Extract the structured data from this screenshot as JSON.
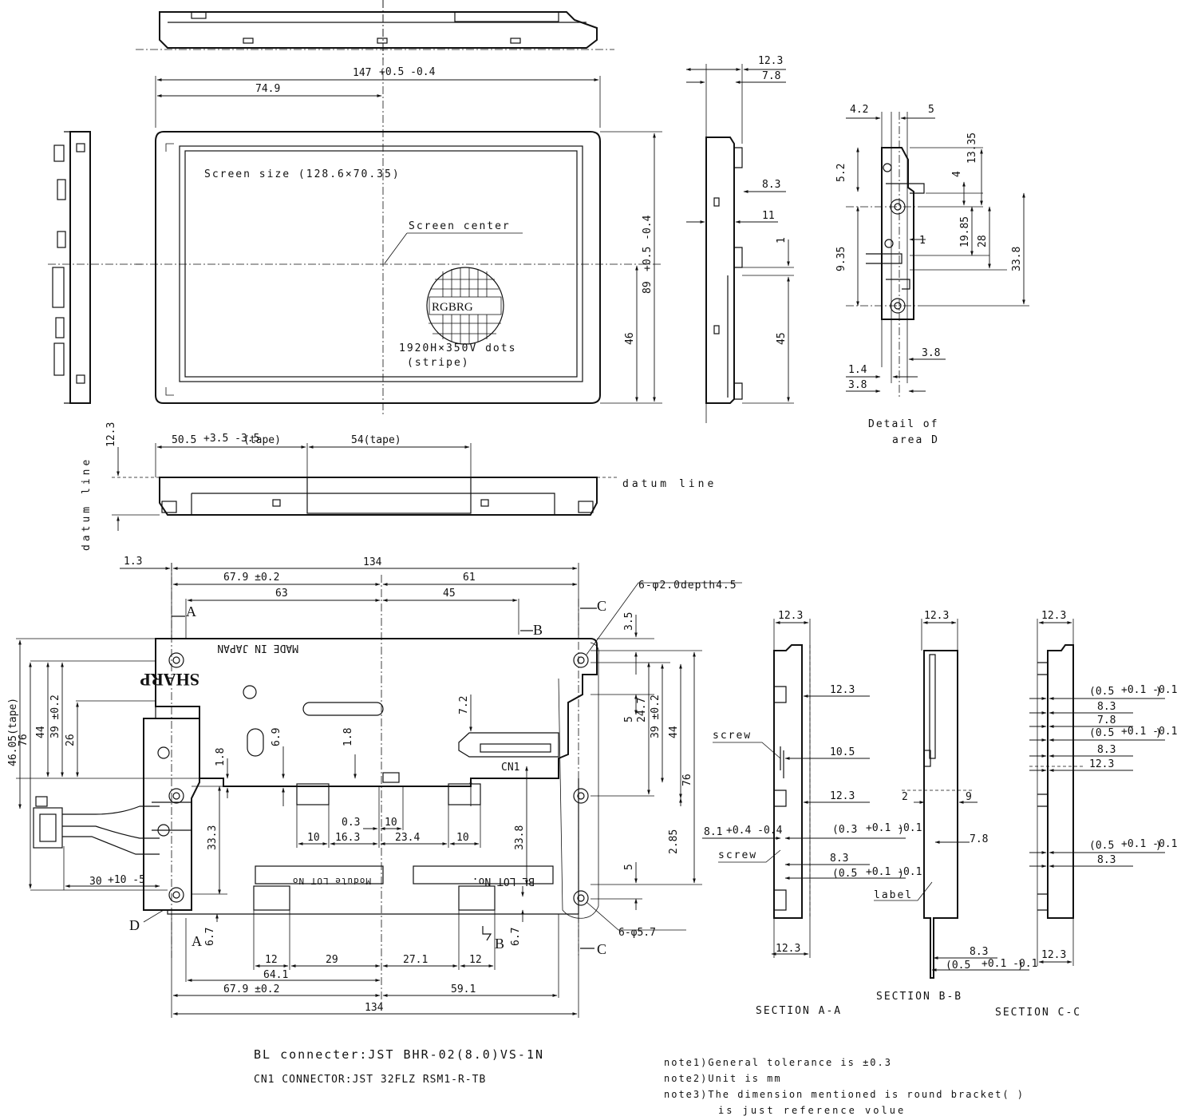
{
  "front_view": {
    "width": "147",
    "width_tol": "+0.5 -0.4",
    "half_width": "74.9",
    "screen_size": "Screen size (128.6×70.35)",
    "screen_center": "Screen center",
    "pixel_labels": "RGBRG",
    "dots": "1920H×350V dots",
    "stripe": "(stripe)",
    "height": "89",
    "height_tol": "+0.5 -0.4",
    "half_height": "46"
  },
  "side_view_right": {
    "d_12_3": "12.3",
    "d_7_8": "7.8",
    "d_8_3": "8.3",
    "d_11": "11",
    "d_1": "1",
    "d_45": "45"
  },
  "detail_d": {
    "d_4_2": "4.2",
    "d_5": "5",
    "d_5_2": "5.2",
    "d_13_35": "13.35",
    "d_4": "4",
    "d_19_85": "19.85",
    "d_28": "28",
    "d_33_8": "33.8",
    "d_1": "1",
    "d_9_35": "9.35",
    "d_3_8a": "3.8",
    "d_1_4": "1.4",
    "d_3_8b": "3.8",
    "caption1": "Detail of",
    "caption2": "area D"
  },
  "bottom_view": {
    "tape_left": "50.5",
    "tape_left_tol": "+3.5 -3.5",
    "tape_left_suffix": "(tape)",
    "tape_right": "54(tape)",
    "datum_line": "datum line",
    "datum_line_vertical": "datum line",
    "d_12_3": "12.3"
  },
  "rear_view": {
    "d_1_3": "1.3",
    "d_134_top": "134",
    "d_67_9_top": "67.9 ±0.2",
    "d_61": "61",
    "d_63": "63",
    "d_45": "45",
    "holes_small": "6-φ2.0depth4.5",
    "holes_large": "6-φ5.7",
    "label_a": "A",
    "label_b": "B",
    "label_c": "C",
    "label_d": "D",
    "d_3_5": "3.5",
    "d_24_7": "24.7",
    "d_5_top": "5",
    "d_39_r": "39 ±0.2",
    "d_44_r": "44",
    "d_76_r": "76",
    "d_2_85": "2.85",
    "d_33_8_r": "33.8",
    "d_5_bot": "5",
    "d_7_2": "7.2",
    "d_6_9": "6.9",
    "d_1_8a": "1.8",
    "d_1_8b": "1.8",
    "d_46_05": "46.05(tape)",
    "d_76_l": "76",
    "d_44_l": "44",
    "d_39_l": "39 ±0.2",
    "d_26": "26",
    "d_33_3": "33.3",
    "d_30": "30",
    "d_30_tol": "+10 -5",
    "d_0_3": "0.3",
    "d_10a": "10",
    "d_10b": "10",
    "d_16_3": "16.3",
    "d_23_4": "23.4",
    "d_10c": "10",
    "d_6_7a": "6.7",
    "d_6_7b": "6.7",
    "d_12a": "12",
    "d_29": "29",
    "d_27_1": "27.1",
    "d_12b": "12",
    "d_64_1": "64.1",
    "d_67_9_bot": "67.9 ±0.2",
    "d_59_1": "59.1",
    "d_134_bot": "134",
    "brand": "SHARP",
    "made_in": "MADE IN JAPAN",
    "module_lot": "Module LOT No",
    "bl_lot": "BL LOT No.",
    "cn1": "CN1"
  },
  "section_a": {
    "top": "12.3",
    "screw1": "screw",
    "screw2": "screw",
    "d_12_3a": "12.3",
    "d_10_5": "10.5",
    "d_12_3b": "12.3",
    "d_8_1": "8.1",
    "d_8_1_tol": "+0.4 -0.4",
    "d_0_3": "(0.3",
    "d_8_3": "8.3",
    "d_0_5": "(0.5",
    "tol_sm": "+0.1 -0.1",
    "close": ")",
    "bottom": "12.3",
    "caption": "SECTION A-A"
  },
  "section_b": {
    "top": "12.3",
    "d_2": "2",
    "d_9": "9",
    "d_7_8": "7.8",
    "label": "label",
    "d_8_3": "8.3",
    "d_0_5": "(0.5",
    "tol_sm": "+0.1 -0.1",
    "close": ")",
    "caption": "SECTION B-B"
  },
  "section_c": {
    "top": "12.3",
    "d_0_5a": "(0.5",
    "d_8_3a": "8.3",
    "d_7_8": "7.8",
    "d_0_5b": "(0.5",
    "d_8_3b": "8.3",
    "d_12_3": "12.3",
    "d_0_5c": "(0.5",
    "d_8_3c": "8.3",
    "tol_sm": "+0.1 -0.1",
    "close": ")",
    "bottom": "12.3",
    "caption": "SECTION C-C"
  },
  "connectors": {
    "bl": "BL connecter:JST  BHR-02(8.0)VS-1N",
    "cn1": "CN1 CONNECTOR:JST 32FLZ RSM1-R-TB"
  },
  "notes": {
    "n1": "note1)General tolerance is ±0.3",
    "n2": "note2)Unit is mm",
    "n3": "note3)The dimension mentioned is round bracket( )",
    "n4": "is just reference volue"
  }
}
